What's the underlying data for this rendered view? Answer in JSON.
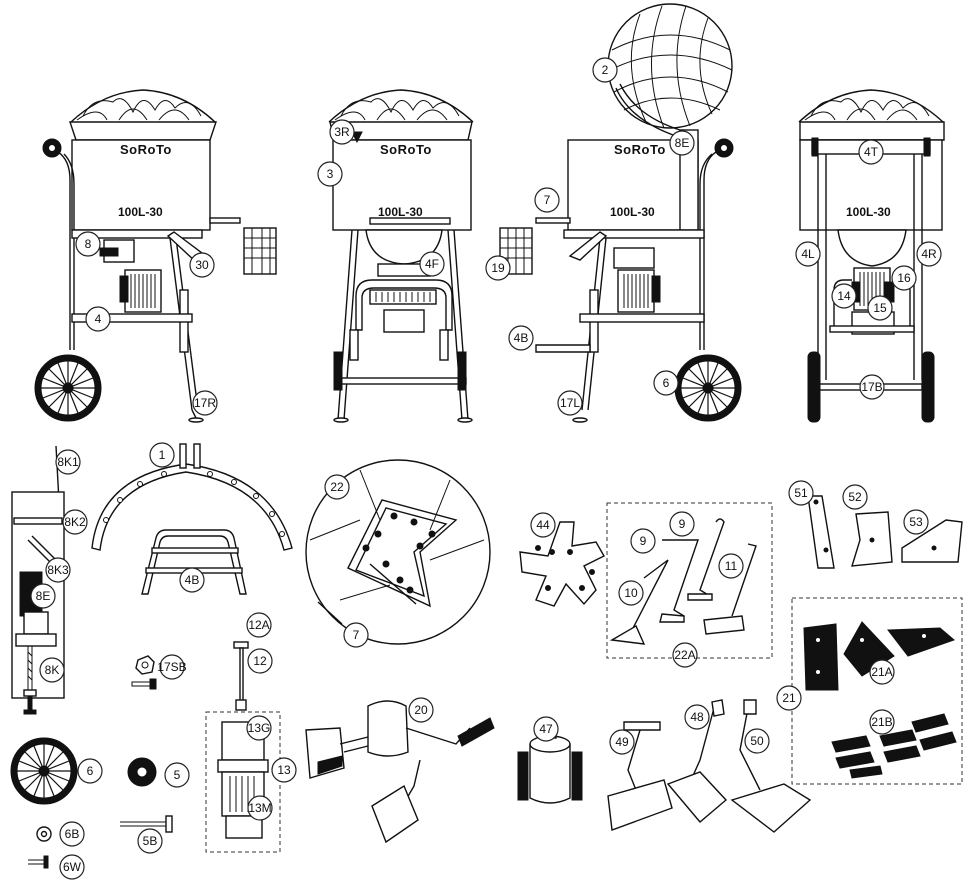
{
  "brand_logo": "SoRoTo",
  "model_label": "100L-30",
  "callouts": {
    "c2": "2",
    "c3R": "3R",
    "c3": "3",
    "c8E_top": "8E",
    "c7_top": "7",
    "c4T": "4T",
    "c8": "8",
    "c30": "30",
    "c4F": "4F",
    "c19": "19",
    "c4L": "4L",
    "c4R": "4R",
    "c16": "16",
    "c14": "14",
    "c15": "15",
    "c4": "4",
    "c4B_top": "4B",
    "c6_top": "6",
    "c17R": "17R",
    "c17L": "17L",
    "c17B": "17B",
    "c8K1": "8K1",
    "c8K2": "8K2",
    "c8K3": "8K3",
    "c8E": "8E",
    "c8K": "8K",
    "c1": "1",
    "c4B": "4B",
    "c22": "22",
    "c7": "7",
    "c44": "44",
    "c9a": "9",
    "c9b": "9",
    "c10": "10",
    "c11": "11",
    "c22A": "22A",
    "c51": "51",
    "c52": "52",
    "c53": "53",
    "c21": "21",
    "c21A": "21A",
    "c21B": "21B",
    "c12A": "12A",
    "c12": "12",
    "c13G": "13G",
    "c13": "13",
    "c13M": "13M",
    "c17SB": "17SB",
    "c20": "20",
    "c47": "47",
    "c48": "48",
    "c49": "49",
    "c50": "50",
    "c6": "6",
    "c5": "5",
    "c5B": "5B",
    "c6B": "6B",
    "c6W": "6W"
  }
}
